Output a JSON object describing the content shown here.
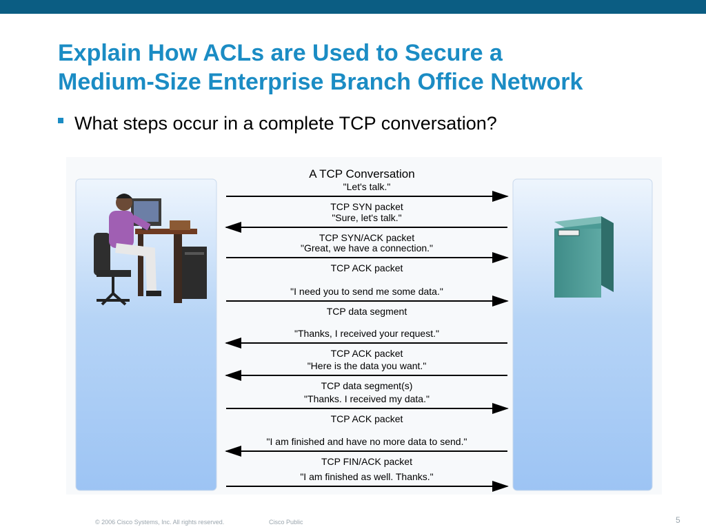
{
  "slide": {
    "title_line1": "Explain How ACLs are Used to Secure a",
    "title_line2": "Medium-Size Enterprise Branch Office Network",
    "bullet": "What steps occur in a complete TCP conversation?"
  },
  "diagram": {
    "title": "A TCP Conversation",
    "exchanges": [
      {
        "quote": "\"Let's talk.\"",
        "packet": "TCP SYN packet",
        "direction": "right"
      },
      {
        "quote": "\"Sure, let's talk.\"",
        "packet": "TCP SYN/ACK packet",
        "direction": "left"
      },
      {
        "quote": "\"Great, we have a connection.\"",
        "packet": "TCP ACK packet",
        "direction": "right"
      },
      {
        "quote": "\"I need you to send me some data.\"",
        "packet": "TCP data segment",
        "direction": "right"
      },
      {
        "quote": "\"Thanks, I received your request.\"",
        "packet": "TCP ACK packet",
        "direction": "left"
      },
      {
        "quote": "\"Here is the data you want.\"",
        "packet": "TCP data segment(s)",
        "direction": "left"
      },
      {
        "quote": "\"Thanks. I received my data.\"",
        "packet": "TCP ACK packet",
        "direction": "right"
      },
      {
        "quote": "\"I am finished and have no more data to send.\"",
        "packet": "TCP FIN/ACK packet",
        "direction": "left"
      },
      {
        "quote": "\"I am finished as well. Thanks.\"",
        "packet": "",
        "direction": "right"
      }
    ]
  },
  "footer": {
    "copyright": "© 2006 Cisco Systems, Inc. All rights reserved.",
    "classification": "Cisco Public",
    "page_number": "5"
  },
  "colors": {
    "accent": "#1b8cc4",
    "top_bar": "#0b5d83",
    "panel": "#a3c8f5",
    "arrow": "#000000"
  }
}
